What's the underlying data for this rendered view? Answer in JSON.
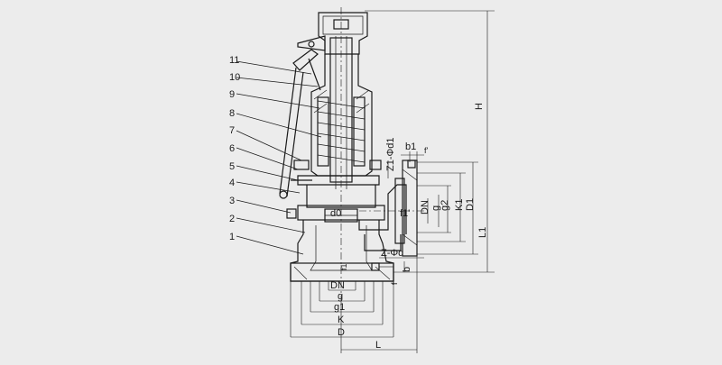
{
  "colors": {
    "background": "#ececec",
    "ink": "#1a1a1a"
  },
  "part_numbers": [
    "1",
    "2",
    "3",
    "4",
    "5",
    "6",
    "7",
    "8",
    "9",
    "10",
    "11"
  ],
  "dimensions": {
    "H": "H",
    "L1": "L1",
    "K1": "K1",
    "D1": "D1",
    "g2": "g2",
    "g": "g",
    "DN_outlet": "DN",
    "f1_prime": "f1'",
    "Z1_d1": "Z1-Φd1",
    "b1": "b1",
    "f_prime": "f'",
    "d0": "d0",
    "Z_d": "Z-Φd",
    "b": "b",
    "f": "f",
    "f1": "f1",
    "DN_inlet": "DN",
    "g_inlet": "g",
    "g1": "g1",
    "K": "K",
    "D": "D",
    "L": "L"
  }
}
